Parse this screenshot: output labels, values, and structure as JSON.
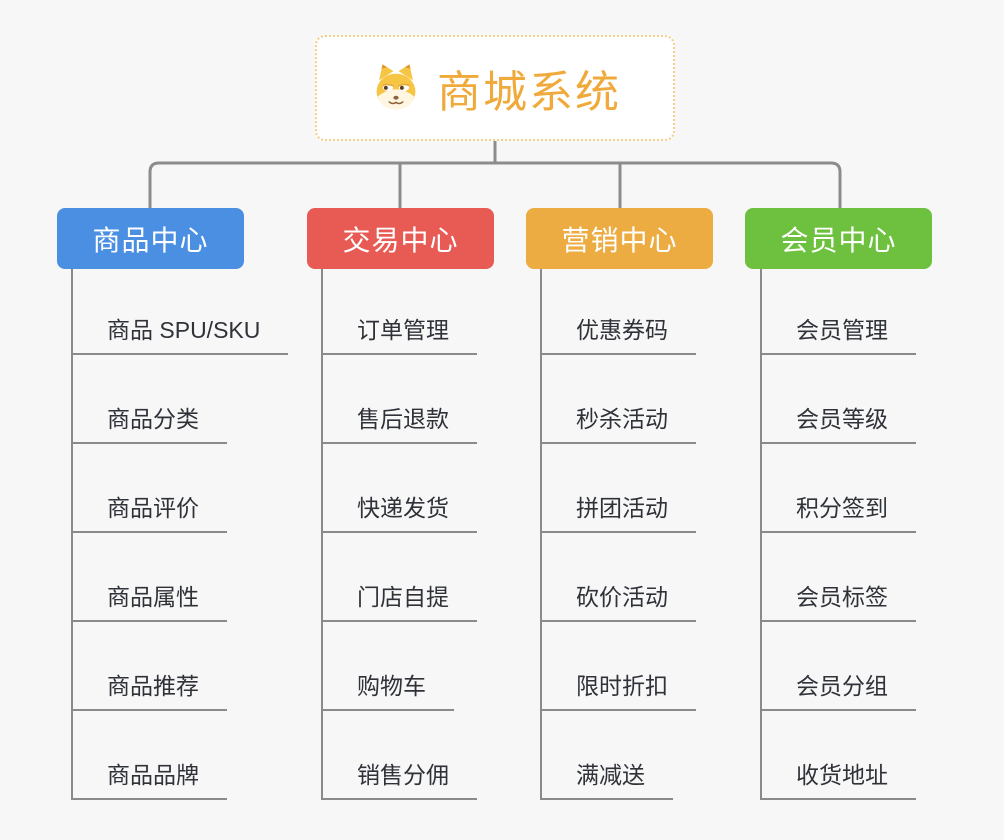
{
  "root": {
    "title": "商城系统",
    "icon": "shiba-dog-icon"
  },
  "colors": {
    "background": "#F7F7F7",
    "root_border": "#F5CD88",
    "root_title": "#F0A93B",
    "connector": "#8C8C8C",
    "leaf_text": "#2F3238",
    "leaf_underline": "#8A8A8A"
  },
  "branches": [
    {
      "label": "商品中心",
      "color": "#4B8FE2",
      "items": [
        "商品 SPU/SKU",
        "商品分类",
        "商品评价",
        "商品属性",
        "商品推荐",
        "商品品牌"
      ]
    },
    {
      "label": "交易中心",
      "color": "#E75B54",
      "items": [
        "订单管理",
        "售后退款",
        "快递发货",
        "门店自提",
        "购物车",
        "销售分佣"
      ]
    },
    {
      "label": "营销中心",
      "color": "#ECAC41",
      "items": [
        "优惠券码",
        "秒杀活动",
        "拼团活动",
        "砍价活动",
        "限时折扣",
        "满减送"
      ]
    },
    {
      "label": "会员中心",
      "color": "#6DC13E",
      "items": [
        "会员管理",
        "会员等级",
        "积分签到",
        "会员标签",
        "会员分组",
        "收货地址"
      ]
    }
  ]
}
